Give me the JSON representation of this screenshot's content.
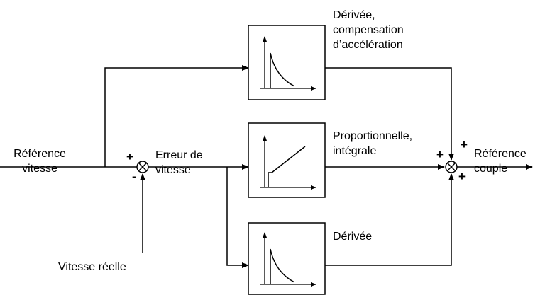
{
  "labels": {
    "reference_speed": [
      "Référence",
      "vitesse"
    ],
    "speed_error": [
      "Erreur de",
      "vitesse"
    ],
    "actual_speed": "Vitesse réelle",
    "derivative_accel": [
      "Dérivée,",
      "compensation",
      "d’accélération"
    ],
    "prop_integral": [
      "Proportionnelle,",
      "intégrale"
    ],
    "derivative": "Dérivée",
    "torque_reference": [
      "Référence",
      "couple"
    ]
  },
  "signs": {
    "sum1_plus": "+",
    "sum1_minus": "-",
    "sum2_plus_left": "+",
    "sum2_plus_top": "+",
    "sum2_plus_bottom": "+"
  },
  "colors": {
    "line": "#000000",
    "background": "#ffffff"
  }
}
